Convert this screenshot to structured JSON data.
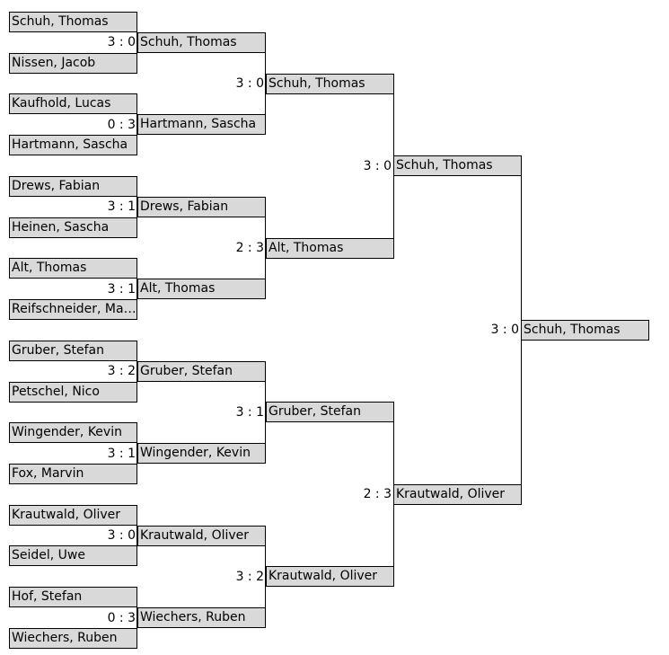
{
  "rounds": [
    {
      "entries": [
        {
          "name": "Schuh, Thomas"
        },
        {
          "name": "Nissen, Jacob"
        },
        {
          "name": "Kaufhold, Lucas"
        },
        {
          "name": "Hartmann, Sascha"
        },
        {
          "name": "Drews, Fabian"
        },
        {
          "name": "Heinen, Sascha"
        },
        {
          "name": "Alt, Thomas"
        },
        {
          "name": "Reifschneider, Ma…"
        },
        {
          "name": "Gruber, Stefan"
        },
        {
          "name": "Petschel, Nico"
        },
        {
          "name": "Wingender, Kevin"
        },
        {
          "name": "Fox, Marvin"
        },
        {
          "name": "Krautwald, Oliver"
        },
        {
          "name": "Seidel, Uwe"
        },
        {
          "name": "Hof, Stefan"
        },
        {
          "name": "Wiechers, Ruben"
        }
      ]
    },
    {
      "entries": [
        {
          "name": "Schuh, Thomas",
          "score": "3 : 0"
        },
        {
          "name": "Hartmann, Sascha",
          "score": "0 : 3"
        },
        {
          "name": "Drews, Fabian",
          "score": "3 : 1"
        },
        {
          "name": "Alt, Thomas",
          "score": "3 : 1"
        },
        {
          "name": "Gruber, Stefan",
          "score": "3 : 2"
        },
        {
          "name": "Wingender, Kevin",
          "score": "3 : 1"
        },
        {
          "name": "Krautwald, Oliver",
          "score": "3 : 0"
        },
        {
          "name": "Wiechers, Ruben",
          "score": "0 : 3"
        }
      ]
    },
    {
      "entries": [
        {
          "name": "Schuh, Thomas",
          "score": "3 : 0"
        },
        {
          "name": "Alt, Thomas",
          "score": "2 : 3"
        },
        {
          "name": "Gruber, Stefan",
          "score": "3 : 1"
        },
        {
          "name": "Krautwald, Oliver",
          "score": "3 : 2"
        }
      ]
    },
    {
      "entries": [
        {
          "name": "Schuh, Thomas",
          "score": "3 : 0"
        },
        {
          "name": "Krautwald, Oliver",
          "score": "2 : 3"
        }
      ]
    },
    {
      "entries": [
        {
          "name": "Schuh, Thomas",
          "score": "3 : 0"
        }
      ]
    }
  ]
}
